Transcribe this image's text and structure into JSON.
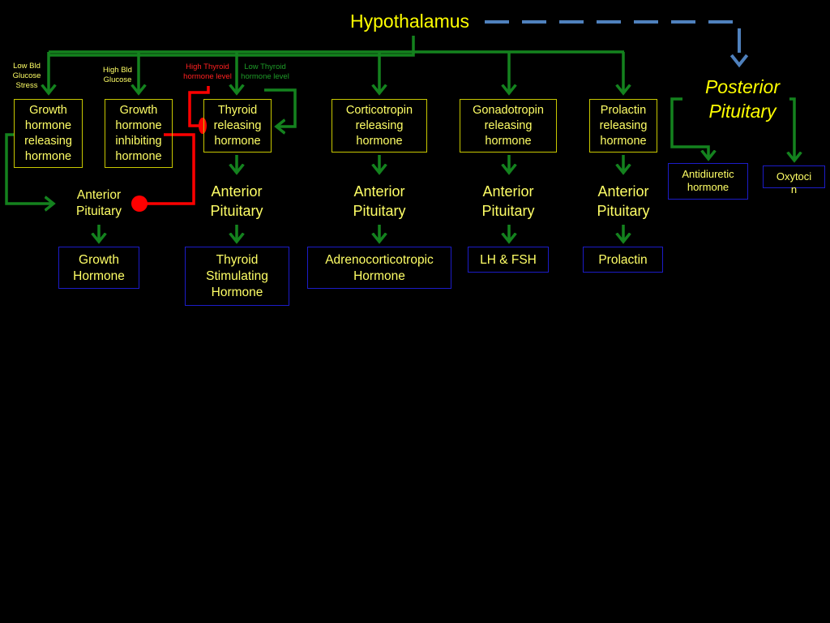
{
  "colors": {
    "background": "#000000",
    "text": "#ffff66",
    "green_arrow": "#14821e",
    "blue_dashed": "#4f81bd",
    "inhibit_red": "#ff0000",
    "box_yellow": "#c8c800",
    "box_blue": "#1c1cc8"
  },
  "hypothalamus": "Hypothalamus",
  "posterior_pituitary": "Posterior\nPituitary",
  "notes": {
    "low_bld_glucose_stress": "Low Bld\nGlucose\nStress",
    "high_bld_glucose": "High Bld\nGlucose",
    "high_thyroid": "High Thyroid\nhormone level",
    "low_thyroid": "Low Thyroid\nhormone level"
  },
  "releasing": {
    "ghrh": "Growth\nhormone\nreleasing\nhormone",
    "ghih": "Growth\nhormone\ninhibiting\nhormone",
    "trh": "Thyroid\nreleasing\nhormone",
    "crh": "Corticotropin\nreleasing\nhormone",
    "gnrh": "Gonadotropin\nreleasing\nhormone",
    "prh": "Prolactin\nreleasing\nhormone"
  },
  "anterior_pituitary": {
    "gh": "Anterior\nPituitary",
    "tsh": "Anterior\nPituitary",
    "acth": "Anterior\nPituitary",
    "lhfsh": "Anterior\nPituitary",
    "prl": "Anterior\nPituitary"
  },
  "products": {
    "gh": "Growth\nHormone",
    "tsh": "Thyroid\nStimulating\nHormone",
    "acth": "Adrenocorticotropic\nHormone",
    "lhfsh": "LH & FSH",
    "prl": "Prolactin",
    "adh": "Antidiuretic\nhormone",
    "oxytocin": "Oxytoci\nn"
  }
}
